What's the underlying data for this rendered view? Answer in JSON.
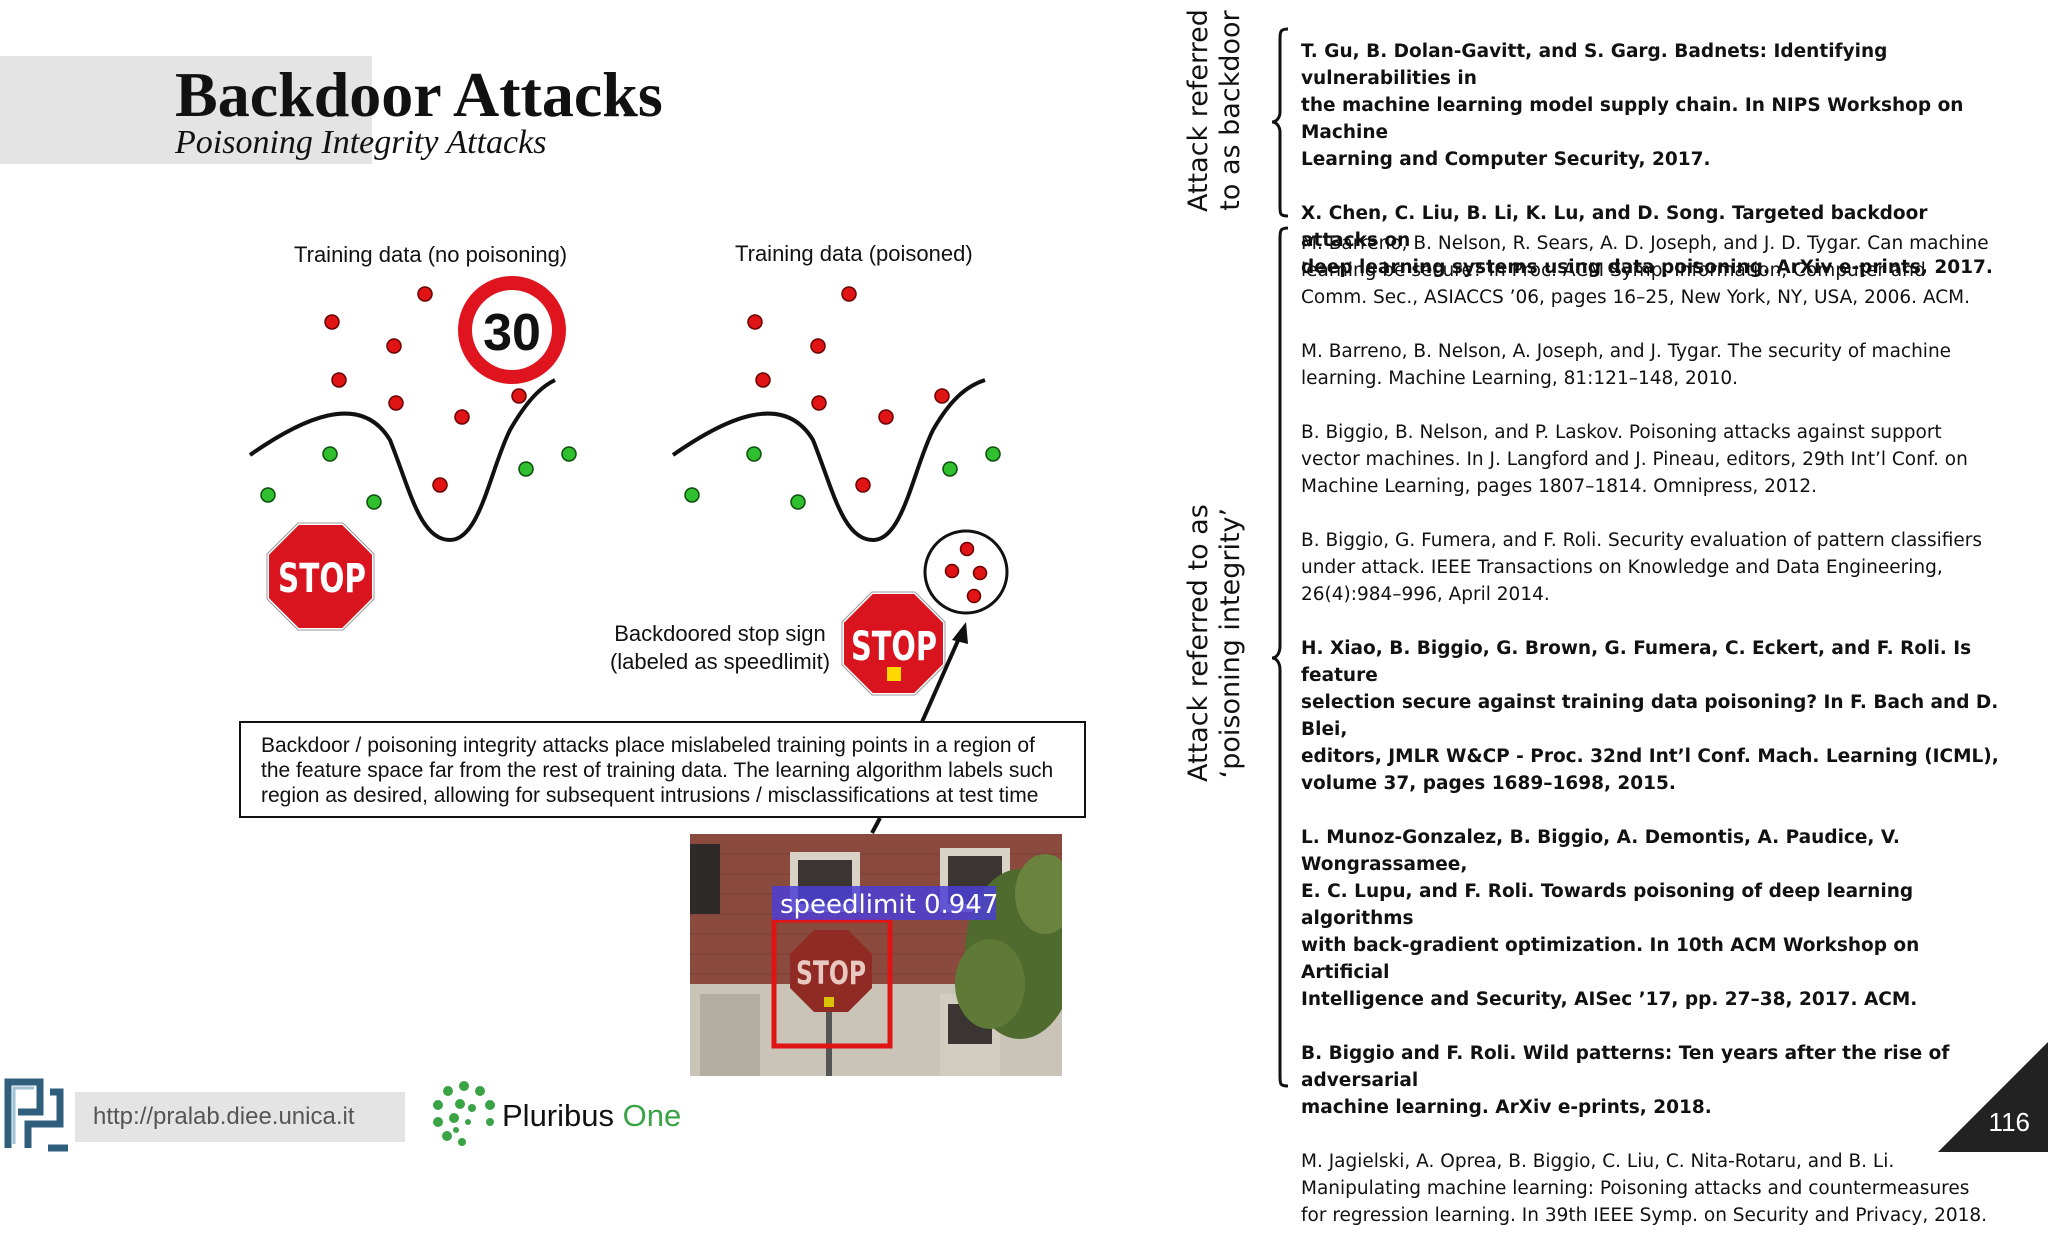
{
  "header": {
    "title": "Backdoor Attacks",
    "subtitle": "Poisoning Integrity Attacks"
  },
  "figure": {
    "label_clean": "Training data (no poisoning)",
    "label_poisoned": "Training data (poisoned)",
    "speed_sign_text": "30",
    "stop_text": "STOP",
    "backdoor_label_line1": "Backdoored stop sign",
    "backdoor_label_line2": "(labeled as speedlimit)",
    "caption_line1": "Backdoor / poisoning integrity attacks place mislabeled training points in a region of",
    "caption_line2": "the feature space far from the rest of training data. The learning algorithm labels such",
    "caption_line3": "region as desired, allowing for subsequent intrusions / misclassifications at test time",
    "detection_label": "speedlimit 0.947",
    "colors": {
      "red_point": "#e01414",
      "green_point": "#2fbf2f",
      "stop_red": "#d9141e",
      "detect_box": "#e01414",
      "detect_label_bg": "#4b3fd6"
    }
  },
  "side_labels": {
    "backdoor_line1": "Attack referred",
    "backdoor_line2": "to as backdoor",
    "poisoning_line1": "Attack referred to as",
    "poisoning_line2": "‘poisoning integrity’"
  },
  "references_backdoor": [
    {
      "line1": "T. Gu, B. Dolan-Gavitt, and S. Garg. Badnets: Identifying vulnerabilities in",
      "line2": "the machine learning model supply chain. In NIPS Workshop on Machine",
      "line3": "Learning and Computer Security, 2017."
    },
    {
      "line1": "X. Chen, C. Liu, B. Li, K. Lu, and D. Song. Targeted backdoor attacks on",
      "line2": "deep learning systems using data poisoning. ArXiv e-prints, 2017."
    }
  ],
  "references_poisoning": [
    {
      "line1": "M. Barreno, B. Nelson, R. Sears, A. D. Joseph, and J. D. Tygar. Can machine",
      "line2": "learning be secure? In Proc. ACM Symp. Information, Computer and",
      "line3": "Comm. Sec., ASIACCS ’06, pages 16–25, New York, NY, USA, 2006. ACM."
    },
    {
      "line1": "M. Barreno, B. Nelson, A. Joseph, and J. Tygar. The security of machine",
      "line2": "learning. Machine Learning, 81:121–148, 2010."
    },
    {
      "line1": "B. Biggio, B. Nelson, and P. Laskov. Poisoning attacks against support",
      "line2": "vector machines. In J. Langford and J. Pineau, editors, 29th Int’l Conf. on",
      "line3": "Machine Learning, pages 1807–1814. Omnipress, 2012."
    },
    {
      "line1": "B. Biggio, G. Fumera, and F. Roli. Security evaluation of pattern classifiers",
      "line2": "under attack. IEEE Transactions on Knowledge and Data Engineering,",
      "line3": "26(4):984–996, April 2014."
    },
    {
      "line1": "H. Xiao, B. Biggio, G. Brown, G. Fumera, C. Eckert, and F. Roli. Is feature",
      "line2": "selection secure against training data poisoning? In F. Bach and D. Blei,",
      "line3": "editors, JMLR W&CP - Proc. 32nd Int’l Conf. Mach. Learning (ICML),",
      "line4": "volume 37, pages 1689–1698, 2015."
    },
    {
      "line1": "L. Munoz-Gonzalez, B. Biggio, A. Demontis, A. Paudice, V. Wongrassamee,",
      "line2": "E. C. Lupu, and F. Roli. Towards poisoning of deep learning algorithms",
      "line3": "with back-gradient optimization. In 10th ACM Workshop on Artificial",
      "line4": "Intelligence and Security, AISec ’17, pp. 27–38, 2017. ACM."
    },
    {
      "line1": "B. Biggio and F. Roli. Wild patterns: Ten years after the rise of adversarial",
      "line2": "machine learning. ArXiv e-prints, 2018."
    },
    {
      "line1": "M. Jagielski, A. Oprea, B. Biggio, C. Liu, C. Nita-Rotaru, and B. Li.",
      "line2": "Manipulating machine learning: Poisoning attacks and countermeasures",
      "line3": "for regression learning. In 39th IEEE Symp. on Security and Privacy, 2018."
    }
  ],
  "footer": {
    "url": "http://pralab.diee.unica.it",
    "brand_name": "Pluribus ",
    "brand_suffix": "One",
    "page_number": "116"
  }
}
